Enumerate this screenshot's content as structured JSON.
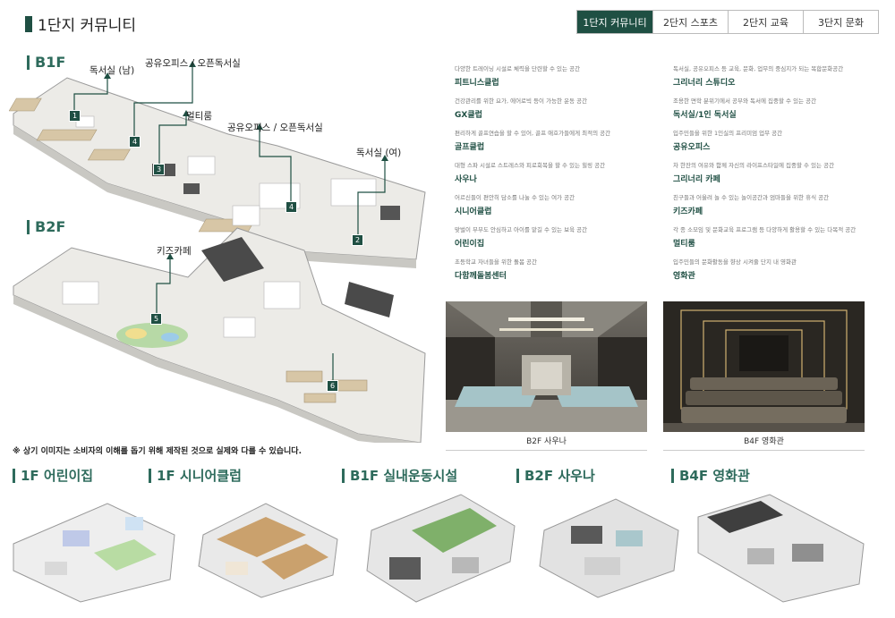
{
  "header": {
    "title": "1단지 커뮤니티"
  },
  "tabs": [
    {
      "label": "1단지  커뮤니티",
      "active": true
    },
    {
      "label": "2단지 스포츠",
      "active": false
    },
    {
      "label": "2단지 교육",
      "active": false
    },
    {
      "label": "3단지 문화",
      "active": false
    }
  ],
  "floors": {
    "b1f": "B1F",
    "b2f": "B2F"
  },
  "callouts": {
    "reading_male": "독서실 (남)",
    "shared_office_1": "공유오피스 / 오픈독서실",
    "multi_room": "멀티룸",
    "shared_office_2": "공유오피스 / 오픈독서실",
    "reading_female": "독서실 (여)",
    "kids_cafe": "키즈카페"
  },
  "markers": [
    "1",
    "4",
    "3",
    "4",
    "2",
    "5",
    "6"
  ],
  "disclaimer": "※ 상기 이미지는 소비자의 이해를 돕기 위해 제작된 것으로 실제와 다를 수 있습니다.",
  "facilities_left": [
    {
      "desc": "다양한 트레이닝 시설로 체력을 단련할 수 있는 공간",
      "name": "피트니스클럽"
    },
    {
      "desc": "건강관리를 위한 요가, 에어로빅 등이 가능한 운동 공간",
      "name": "GX클럽"
    },
    {
      "desc": "편리하게 골프연습을 할 수 있어, 골프 애호가들에게 최적의 공간",
      "name": "골프클럽"
    },
    {
      "desc": "대형 스파 시설로 스트레스와 피로회복을 할 수 있는 힐링 공간",
      "name": "사우나"
    },
    {
      "desc": "어르신들이 편안히 담소를 나눌 수 있는 여가 공간",
      "name": "시니어클럽"
    },
    {
      "desc": "맞벌이 부부도 안심하고 아이를 맡길 수 있는 보육 공간",
      "name": "어린이집"
    },
    {
      "desc": "초등학교 자녀들을 위한 돌봄 공간",
      "name": "다함께돌봄센터"
    }
  ],
  "facilities_right": [
    {
      "desc": "독서실, 공유오피스 등 교육, 문화, 업무의 중심지가 되는 복합문화공간",
      "name": "그리너리 스튜디오"
    },
    {
      "desc": "조용한 면학 분위기에서 공부와 독서에 집중할 수 있는 공간",
      "name": "독서실/1인 독서실"
    },
    {
      "desc": "입주민들을 위한 1인실의 프리미엄 업무 공간",
      "name": "공유오피스"
    },
    {
      "desc": "차 한잔의 여유와 함께 자신의 라이프스타일에 집중할 수 있는 공간",
      "name": "그리너리 카페"
    },
    {
      "desc": "친구들과 어울려 놀 수 있는 놀이공간과 엄마들을 위한 휴식 공간",
      "name": "키즈카페"
    },
    {
      "desc": "각 종 소모임 및 문화교육 프로그램 등 다양하게 활용할 수 있는 다목적 공간",
      "name": "멀티룸"
    },
    {
      "desc": "입주민들의 문화활동을 향상 시켜줄 단지 내 영화관",
      "name": "영화관"
    }
  ],
  "photos": {
    "sauna": "B2F 사우나",
    "cinema": "B4F 영화관"
  },
  "mini_plans": [
    {
      "title": "1F 어린이집"
    },
    {
      "title": "1F 시니어클럽"
    },
    {
      "title": "B1F 실내운동시설"
    },
    {
      "title": "B2F 사우나"
    },
    {
      "title": "B4F 영화관"
    }
  ],
  "colors": {
    "brand": "#1f4f43",
    "accent": "#2e6b5c"
  }
}
